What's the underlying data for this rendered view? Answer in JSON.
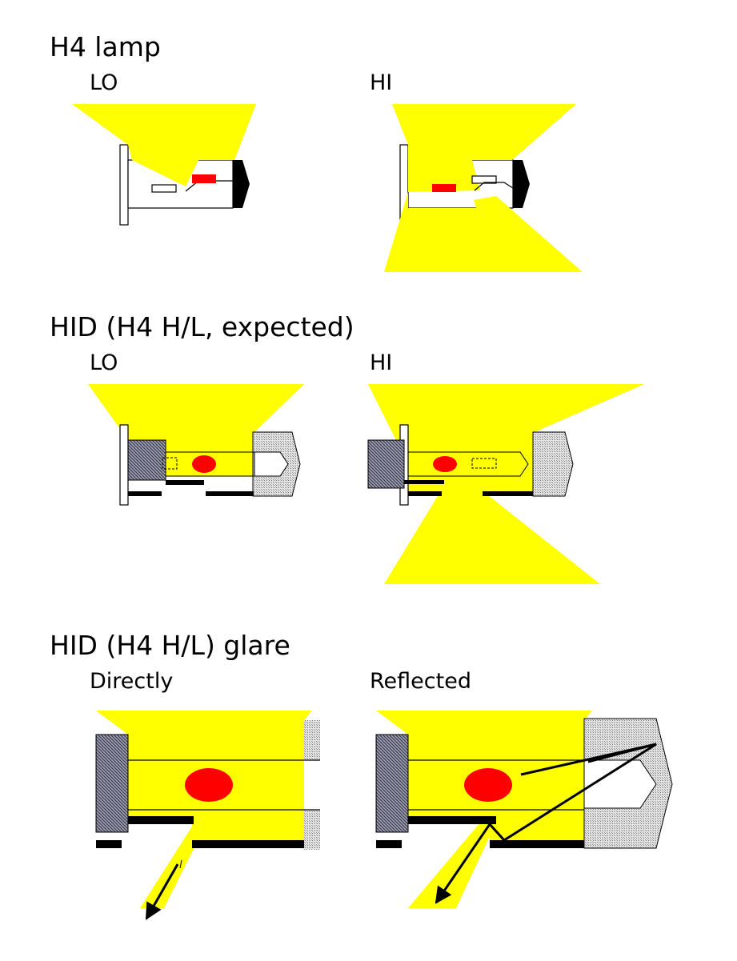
{
  "sections": [
    {
      "title": "H4 lamp",
      "left_label": "LO",
      "right_label": "HI"
    },
    {
      "title": "HID (H4 H/L, expected)",
      "left_label": "LO",
      "right_label": "HI"
    },
    {
      "title": "HID (H4 H/L) glare",
      "left_label": "Directly",
      "right_label": "Reflected"
    }
  ],
  "colors": {
    "light": "#ffff00",
    "filament": "#ff0000",
    "shield": "#000000",
    "base_pattern": "#4a4a6a",
    "cap_pattern": "#b0b0b0",
    "background": "#ffffff"
  }
}
